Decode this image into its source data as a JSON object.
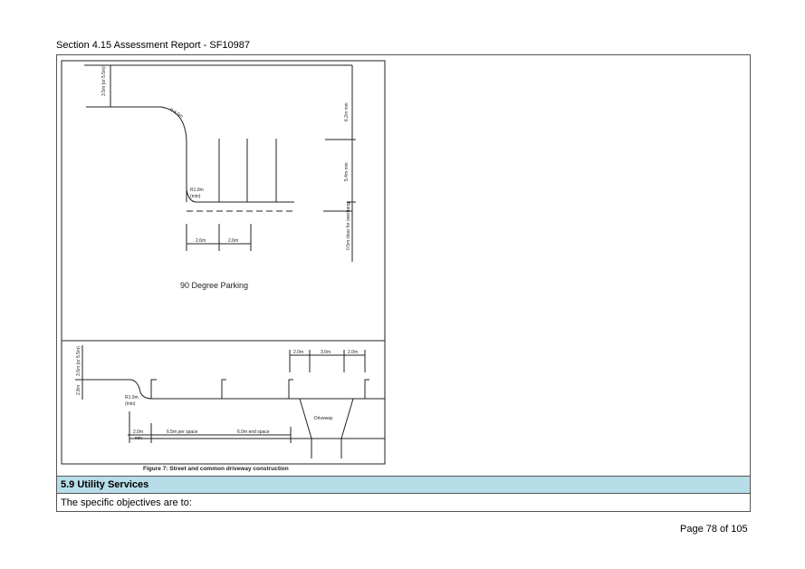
{
  "header": {
    "title": "Section 4.15 Assessment Report - SF10987"
  },
  "figure": {
    "top_diagram": {
      "dim_left": "3.5m (or 5.5m)",
      "radius_outer": "R 5.5m",
      "radius_inner": "R1.0m",
      "radius_inner_note": "(min)",
      "dim_right_top": "6.2m min",
      "dim_right_mid": "5.4m min",
      "dim_right_bottom": "0.5m clear for overhang",
      "space_width_1": "2.6m",
      "space_width_2": "2.6m",
      "title": "90 Degree Parking"
    },
    "bottom_diagram": {
      "dim_left_top": "3.5m (or 5.5m)",
      "dim_left_bottom": "2.8m",
      "radius": "R1.0m",
      "radius_note": "(min)",
      "dim_top_1": "2.0m",
      "dim_top_2": "3.0m",
      "dim_top_3": "2.0m",
      "driveway": "Driveway",
      "dim_bottom_1": "2.0m",
      "dim_bottom_1_note": "min",
      "dim_bottom_2": "6.5m per space",
      "dim_bottom_3": "6.0m end space"
    },
    "caption": "Figure 7: Street and common driveway construction"
  },
  "section": {
    "heading": "5.9 Utility Services",
    "text": "The specific objectives are to:"
  },
  "footer": {
    "page": "Page 78 of 105"
  }
}
